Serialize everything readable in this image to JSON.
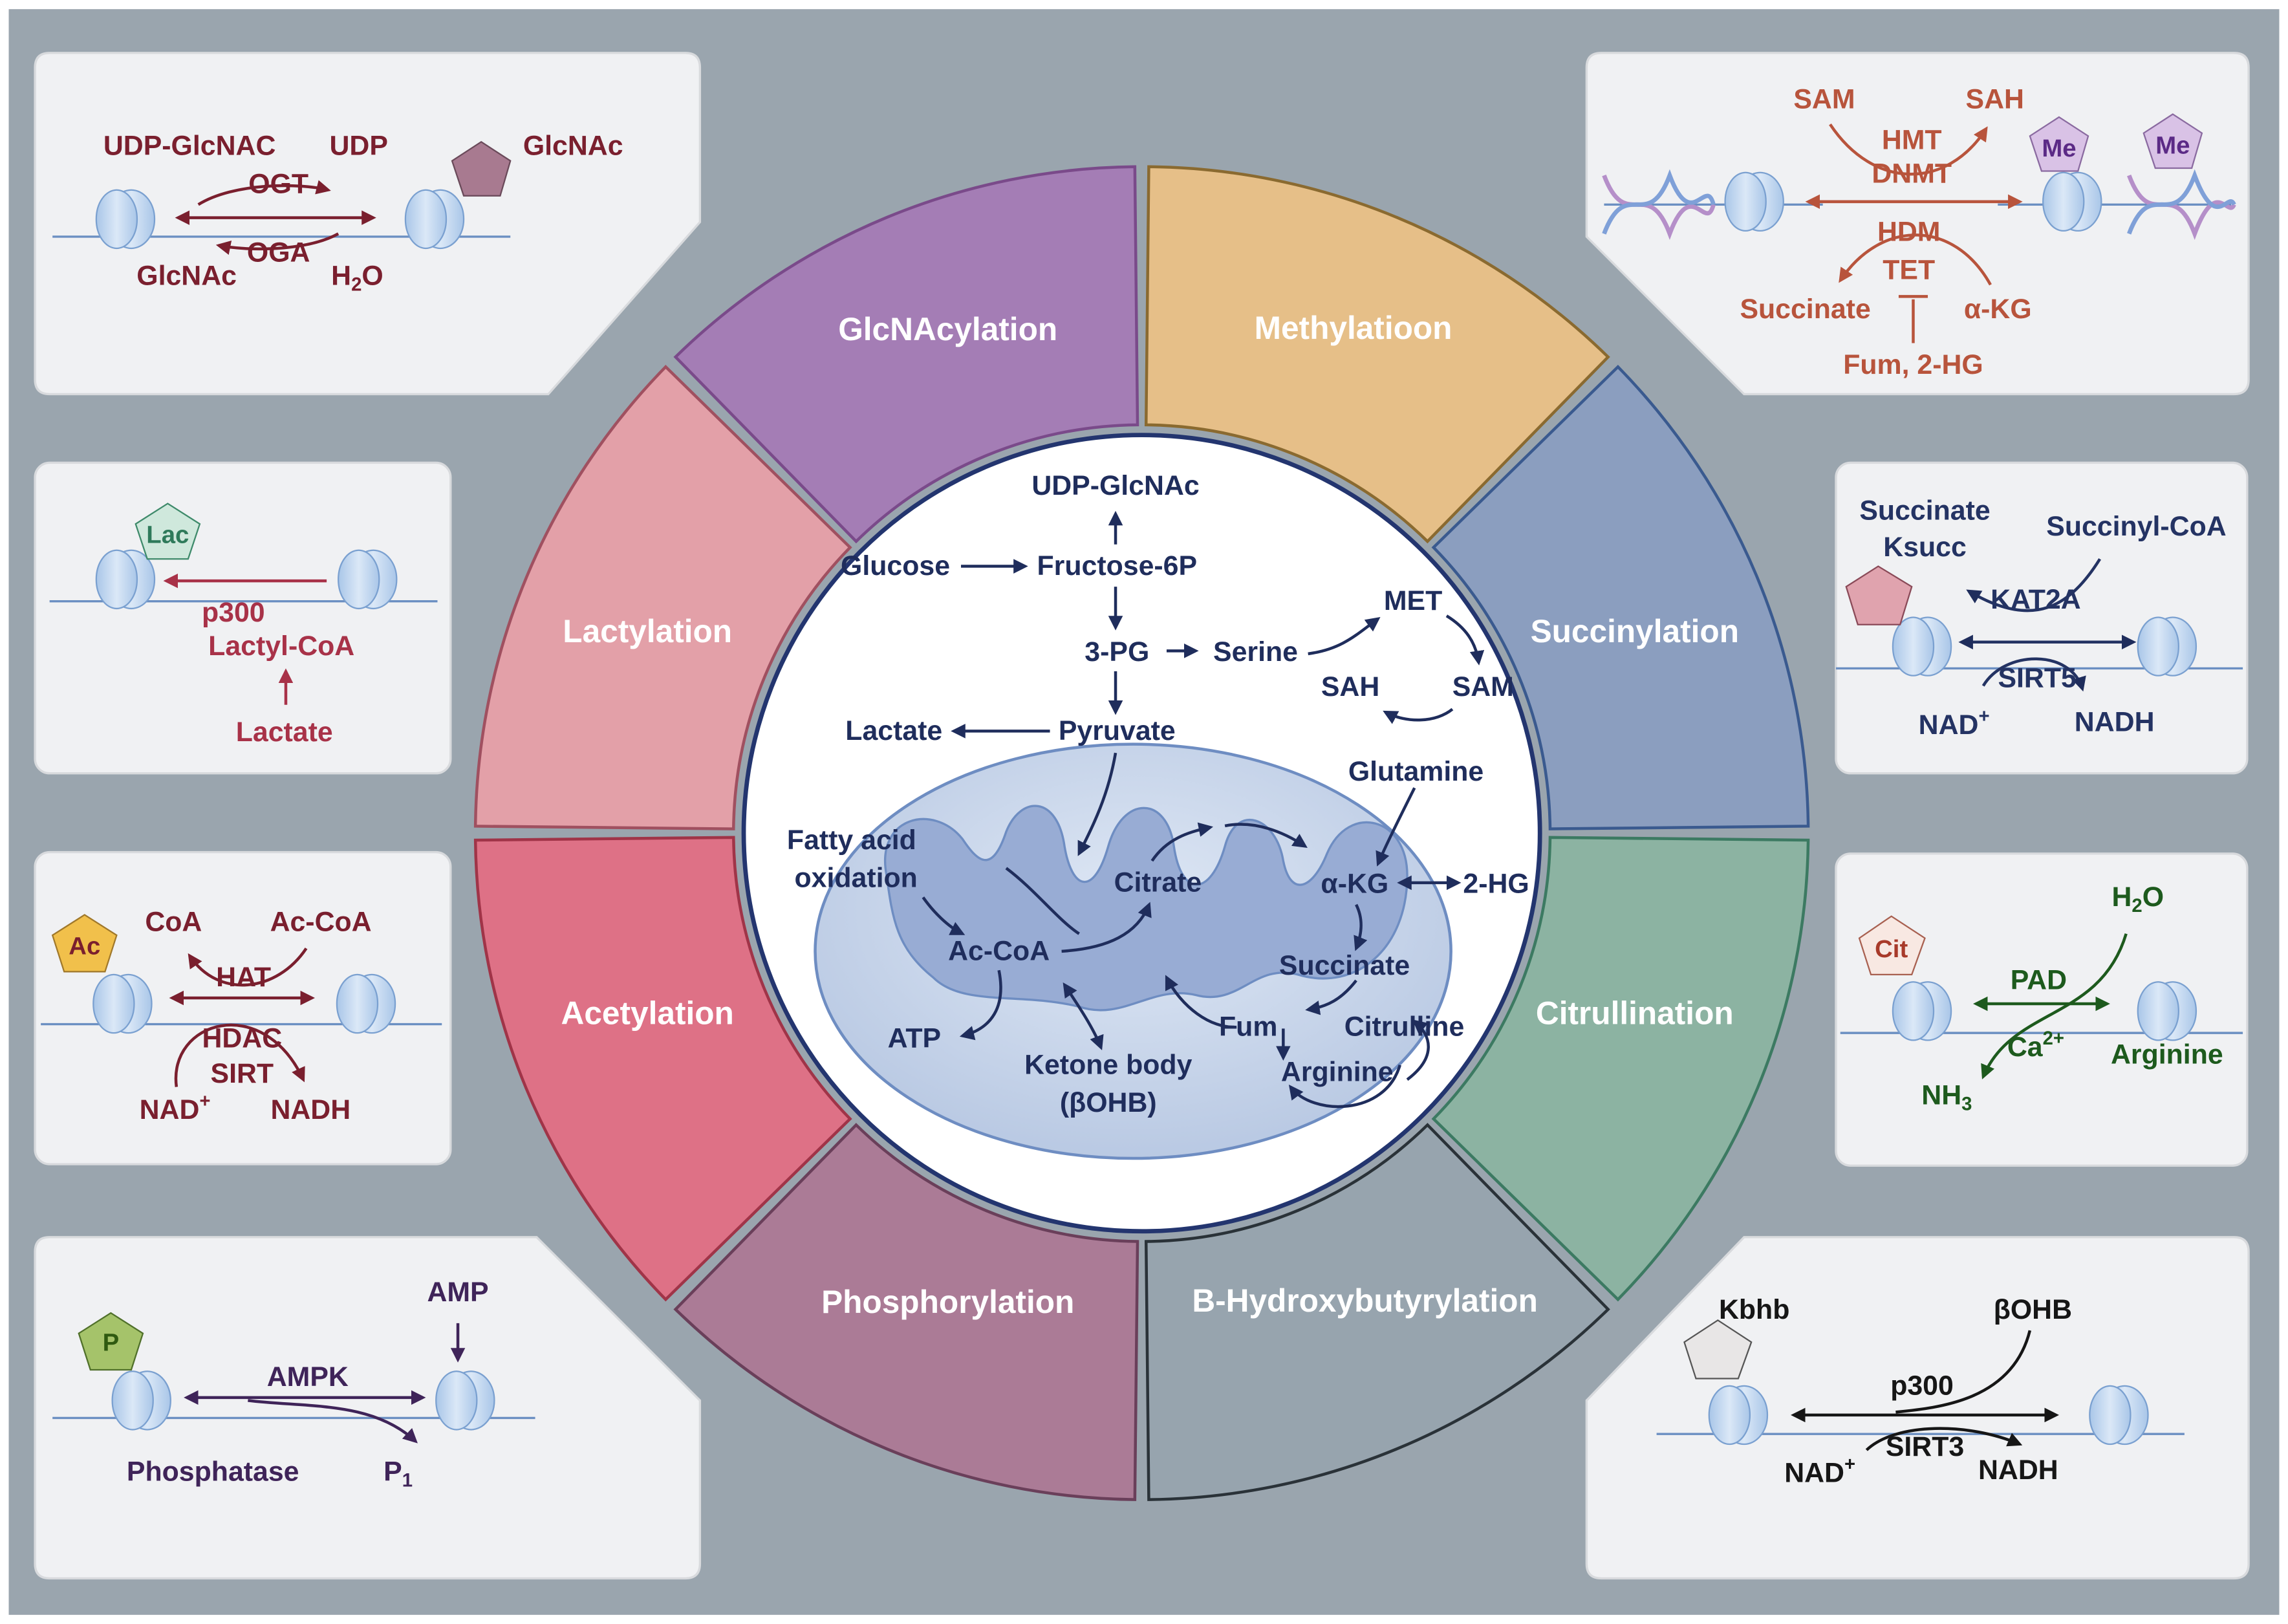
{
  "colors": {
    "background": "#9aa5ae",
    "panel": "#f0f1f3",
    "glcnacylation": "#a47db5",
    "methylation": "#e6bf88",
    "lactylation": "#e3a0a8",
    "succinylation": "#8b9ebf",
    "acetylation": "#de7186",
    "citrullination": "#8cb3a2",
    "phosphorylation": "#ab7b96",
    "hydroxybutyrylation": "#97a4ae",
    "metabolism_text": "#1f2d5c",
    "glcnac_text": "#7a1f2e",
    "methyl_text": "#b8543c",
    "lactyl_text": "#a83248",
    "succinyl_text": "#243363",
    "acetyl_text": "#7a1f2e",
    "citrull_text": "#1d5a1d",
    "phospho_text": "#3f2459",
    "kbhb_text": "#161616"
  },
  "wheel": {
    "segments": [
      "GlcNAcylation",
      "Methylatioon",
      "Lactylation",
      "Succinylation",
      "Acetylation",
      "Citrullination",
      "Phosphorylation",
      "B-Hydroxybutyrylation"
    ]
  },
  "metabolism": {
    "udp_glcnac": "UDP-GlcNAc",
    "glucose": "Glucose",
    "fructose6p": "Fructose-6P",
    "pg3": "3-PG",
    "serine": "Serine",
    "met": "MET",
    "sah": "SAH",
    "sam": "SAM",
    "lactate": "Lactate",
    "pyruvate": "Pyruvate",
    "glutamine": "Glutamine",
    "fatty_acid": "Fatty acid",
    "oxidation": "oxidation",
    "citrate": "Citrate",
    "akg": "α-KG",
    "hg2": "2-HG",
    "acoa": "Ac-CoA",
    "succinate": "Succinate",
    "fum": "Fum",
    "citrulline": "Citrulline",
    "arginine": "Arginine",
    "atp": "ATP",
    "ketone": "Ketone body",
    "bohb": "(βOHB)"
  },
  "panels": {
    "glcnac": {
      "udp_glcnac": "UDP-GlcNAC",
      "udp": "UDP",
      "glcnac_tag": "GlcNAc",
      "ogt": "OGT",
      "oga": "OGA",
      "glcnac": "GlcNAc",
      "h2o": "H",
      "h2o_sub": "2",
      "h2o_end": "O"
    },
    "methyl": {
      "sam": "SAM",
      "sah": "SAH",
      "hmt": "HMT",
      "dnmt": "DNMT",
      "hdm": "HDM",
      "tet": "TET",
      "succinate": "Succinate",
      "akg": "α-KG",
      "fum": "Fum, 2-HG",
      "me": "Me"
    },
    "lactyl": {
      "lac": "Lac",
      "p300": "p300",
      "lactyl_coa": "Lactyl-CoA",
      "lactate": "Lactate"
    },
    "succinyl": {
      "succinate": "Succinate",
      "ksucc": "Ksucc",
      "succinyl_coa": "Succinyl-CoA",
      "kat2a": "KAT2A",
      "sirt5": "SIRT5",
      "nad": "NAD",
      "nad_sup": "+",
      "nadh": "NADH"
    },
    "acetyl": {
      "ac": "Ac",
      "coa": "CoA",
      "ac_coa": "Ac-CoA",
      "hat": "HAT",
      "hdac": "HDAC",
      "sirt": "SIRT",
      "nad": "NAD",
      "nad_sup": "+",
      "nadh": "NADH"
    },
    "citrull": {
      "cit": "Cit",
      "h2o": "H",
      "h2o_sub": "2",
      "h2o_end": "O",
      "pad": "PAD",
      "ca": "Ca",
      "ca_sup": "2+",
      "arginine": "Arginine",
      "nh3": "NH",
      "nh3_sub": "3"
    },
    "phospho": {
      "p": "P",
      "amp": "AMP",
      "ampk": "AMPK",
      "phosphatase": "Phosphatase",
      "pi": "P",
      "pi_sub": "1"
    },
    "kbhb": {
      "kbhb": "Kbhb",
      "bohb": "βOHB",
      "p300": "p300",
      "sirt3": "SIRT3",
      "nad": "NAD",
      "nad_sup": "+",
      "nadh": "NADH"
    }
  }
}
